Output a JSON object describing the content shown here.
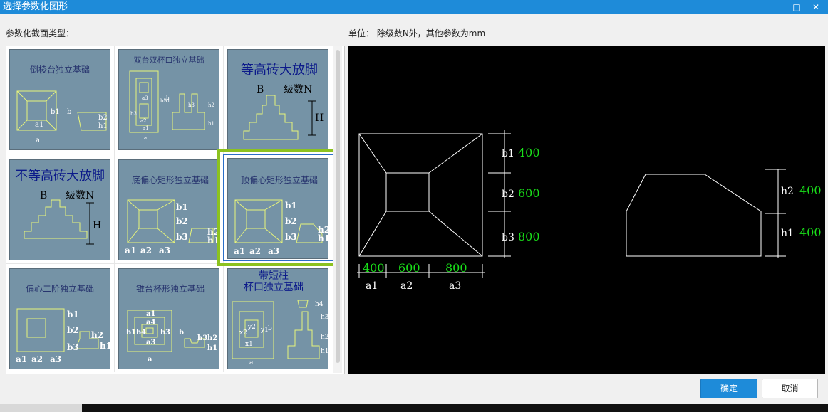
{
  "window": {
    "title": "选择参数化图形",
    "maximize_glyph": "□",
    "close_glyph": "✕"
  },
  "left": {
    "label": "参数化截面类型："
  },
  "right": {
    "unit_label": "单位：  除级数N外，其他参数为mm"
  },
  "thumbnails": [
    {
      "title": "倒棱台独立基础",
      "labels": [
        "a1",
        "b1",
        "b",
        "b2",
        "h1",
        "a"
      ]
    },
    {
      "title": "双台双杯口独立基础",
      "labels": [
        "a3",
        "a2",
        "a1",
        "a",
        "b3",
        "b2",
        "b1",
        "b",
        "h3",
        "h2",
        "h1"
      ]
    },
    {
      "title": "等高砖大放脚",
      "labels": [
        "B",
        "级数N",
        "H"
      ]
    },
    {
      "title": "不等高砖大放脚",
      "labels": [
        "B",
        "级数N",
        "H"
      ]
    },
    {
      "title": "底偏心矩形独立基础",
      "labels": [
        "b1",
        "b2",
        "b3",
        "h2",
        "h1",
        "a1",
        "a2",
        "a3"
      ]
    },
    {
      "title": "顶偏心矩形独立基础",
      "labels": [
        "b1",
        "b2",
        "b3",
        "h2",
        "h1",
        "a1",
        "a2",
        "a3"
      ]
    },
    {
      "title": "偏心二阶独立基础",
      "labels": [
        "b1",
        "b2",
        "b3",
        "h2",
        "h1",
        "a1",
        "a2",
        "a3"
      ]
    },
    {
      "title": "锥台杯形独立基础",
      "labels": [
        "a1",
        "a4",
        "b1",
        "b4",
        "b3",
        "a3",
        "b",
        "h3",
        "h2",
        "h1",
        "a"
      ]
    },
    {
      "title": "带短柱",
      "title2": "杯口独立基础",
      "labels": [
        "x2",
        "y2",
        "y1",
        "x1",
        "b",
        "a",
        "h4",
        "h3",
        "h2",
        "h1"
      ]
    }
  ],
  "preview": {
    "b_labels": [
      "b1",
      "b2",
      "b3"
    ],
    "b_values": [
      "400",
      "600",
      "800"
    ],
    "a_labels": [
      "a1",
      "a2",
      "a3"
    ],
    "a_values": [
      "400",
      "600",
      "800"
    ],
    "h_labels": [
      "h2",
      "h1"
    ],
    "h_values": [
      "400",
      "400"
    ],
    "value_color": "#19e019"
  },
  "buttons": {
    "ok": "确定",
    "cancel": "取消"
  }
}
